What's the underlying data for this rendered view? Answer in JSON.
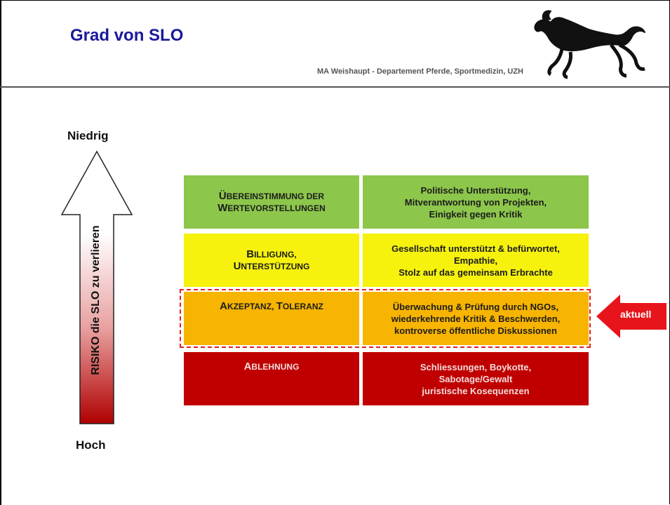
{
  "slide": {
    "title": "Grad von SLO",
    "subtitle": "MA Weishaupt - Departement Pferde, Sportmedizin, UZH"
  },
  "scale": {
    "low_label": "Niedrig",
    "high_label": "Hoch",
    "arrow_label": "RISIKO die SLO zu verlieren"
  },
  "levels": [
    {
      "name_line1_big": "Ü",
      "name_line1_rest": "BEREINSTIMMUNG DER",
      "name_line2_big": "W",
      "name_line2_rest": "ERTEVORSTELLUNGEN",
      "details": [
        "Politische Unterstützung,",
        "Mitverantwortung von Projekten,",
        "Einigkeit gegen Kritik"
      ],
      "color": "#8cc64b"
    },
    {
      "name_line1_big": "B",
      "name_line1_rest": "ILLIGUNG,",
      "name_line2_big": "U",
      "name_line2_rest": "NTERSTÜTZUNG",
      "details": [
        "Gesellschaft unterstützt & befürwortet,",
        "Empathie,",
        "Stolz auf das gemeinsam Erbrachte"
      ],
      "color": "#f6f20d"
    },
    {
      "name_line1_big": "A",
      "name_line1_rest": "KZEPTANZ, ",
      "name_line2_big": "T",
      "name_line2_rest": "OLERANZ",
      "details": [
        "Überwachung & Prüfung durch NGOs,",
        "wiederkehrende Kritik & Beschwerden,",
        "kontroverse öffentliche Diskussionen"
      ],
      "color": "#f7b400"
    },
    {
      "name_line1_big": "A",
      "name_line1_rest": "BLEHNUNG",
      "details": [
        "Schliessungen, Boykotte,",
        "Sabotage/Gewalt",
        "juristische Kosequenzen"
      ],
      "color": "#c00000"
    }
  ],
  "current_marker": {
    "label": "aktuell",
    "color": "#e8141c"
  }
}
